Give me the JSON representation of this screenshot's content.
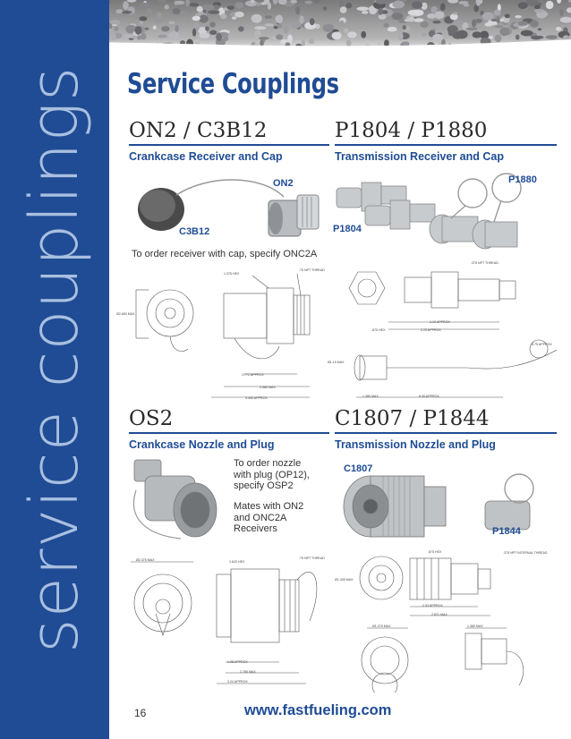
{
  "sidebar": {
    "vertical_text": "service couplings"
  },
  "page": {
    "title": "Service Couplings",
    "page_number": "16",
    "website": "www.fastfueling.com"
  },
  "sections": {
    "on2": {
      "title": "ON2 / C3B12",
      "subtitle": "Crankcase Receiver and Cap",
      "labels": {
        "on2": "ON2",
        "c3b12": "C3B12"
      },
      "note": "To order receiver with cap, specify ONC2A",
      "dims": [
        "1.375 HEX",
        ".75 NPT THREAD",
        "Ø2.650 MAX",
        "1.772 APPROX",
        "2.585 MAX",
        "3.400 APPROX"
      ]
    },
    "p1804": {
      "title": "P1804 / P1880",
      "subtitle": "Transmission Receiver and Cap",
      "labels": {
        "p1880": "P1880",
        "p1804": "P1804"
      },
      "dims": [
        ".375 NPT THREAD",
        "1.10 APPROX",
        ".875 HEX",
        "2.25 APPROX",
        "Ø1.15 MAX",
        "1.380 MAX",
        "8.50 APPROX",
        "8.75 APPROX"
      ]
    },
    "os2": {
      "title": "OS2",
      "subtitle": "Crankcase Nozzle and Plug",
      "note_lines_1": [
        "To order nozzle",
        "with plug (OP12),",
        "specify OSP2"
      ],
      "note_lines_2": [
        "Mates with ON2",
        "and ONC2A",
        "Receivers"
      ],
      "dims": [
        "Ø2.375 MAX",
        "1.625 HEX",
        ".75 NPT THREAD",
        "1.98 APPROX",
        "2.785 MAX",
        "3.24 APPROX"
      ]
    },
    "c1807": {
      "title": "C1807 / P1844",
      "subtitle": "Transmission Nozzle and Plug",
      "labels": {
        "c1807": "C1807",
        "p1844": "P1844"
      },
      "dims": [
        ".875 HEX",
        ".375 NPT INTERNAL THREAD",
        "Ø1.405 MAX",
        "2.53 APPROX",
        "2.621 MAX",
        "Ø1.275 MAX",
        "1.380 MAX"
      ]
    }
  },
  "colors": {
    "brand_blue": "#1f4c94",
    "sidebar_text": "#a9bfe0"
  }
}
